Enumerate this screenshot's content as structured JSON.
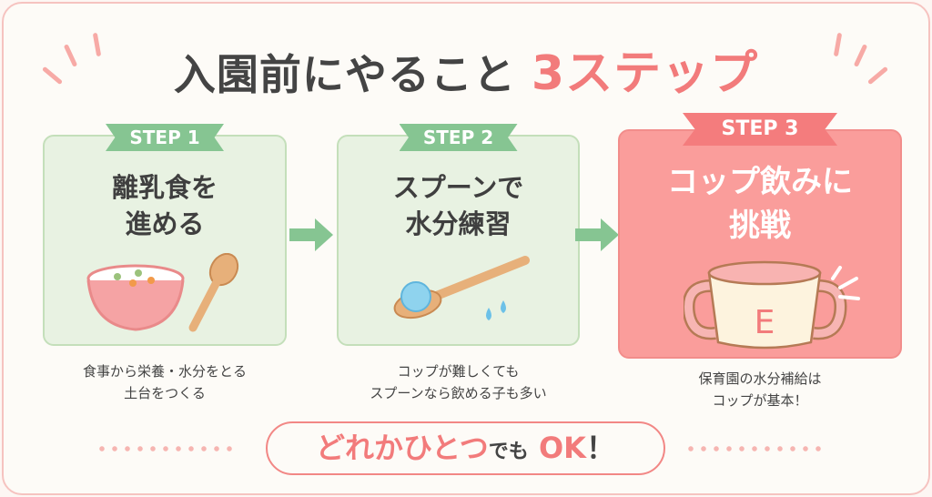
{
  "title": {
    "main": "入園前にやること",
    "highlight": "3ステップ"
  },
  "steps": [
    {
      "badge": "STEP 1",
      "title_line1": "離乳食を",
      "title_line2": "進める",
      "caption_line1": "食事から栄養・水分をとる",
      "caption_line2": "土台をつくる",
      "icon": "bowl-and-spoon-icon"
    },
    {
      "badge": "STEP 2",
      "title_line1": "スプーンで",
      "title_line2": "水分練習",
      "caption_line1": "コップが難しくても",
      "caption_line2": "スプーンなら飲める子も多い",
      "icon": "spoon-water-icon"
    },
    {
      "badge": "STEP 3",
      "title_line1": "コップ飲みに",
      "title_line2": "挑戦",
      "caption_line1": "保育園の水分補給は",
      "caption_line2": "コップが基本！",
      "icon": "training-cup-icon",
      "cup_letter": "E"
    }
  ],
  "footer": {
    "part1": "どれかひとつ",
    "part2": "でも",
    "part3": "OK",
    "part4": "！"
  },
  "colors": {
    "pink": "#f27b7b",
    "green": "#86c592",
    "text": "#444444"
  }
}
